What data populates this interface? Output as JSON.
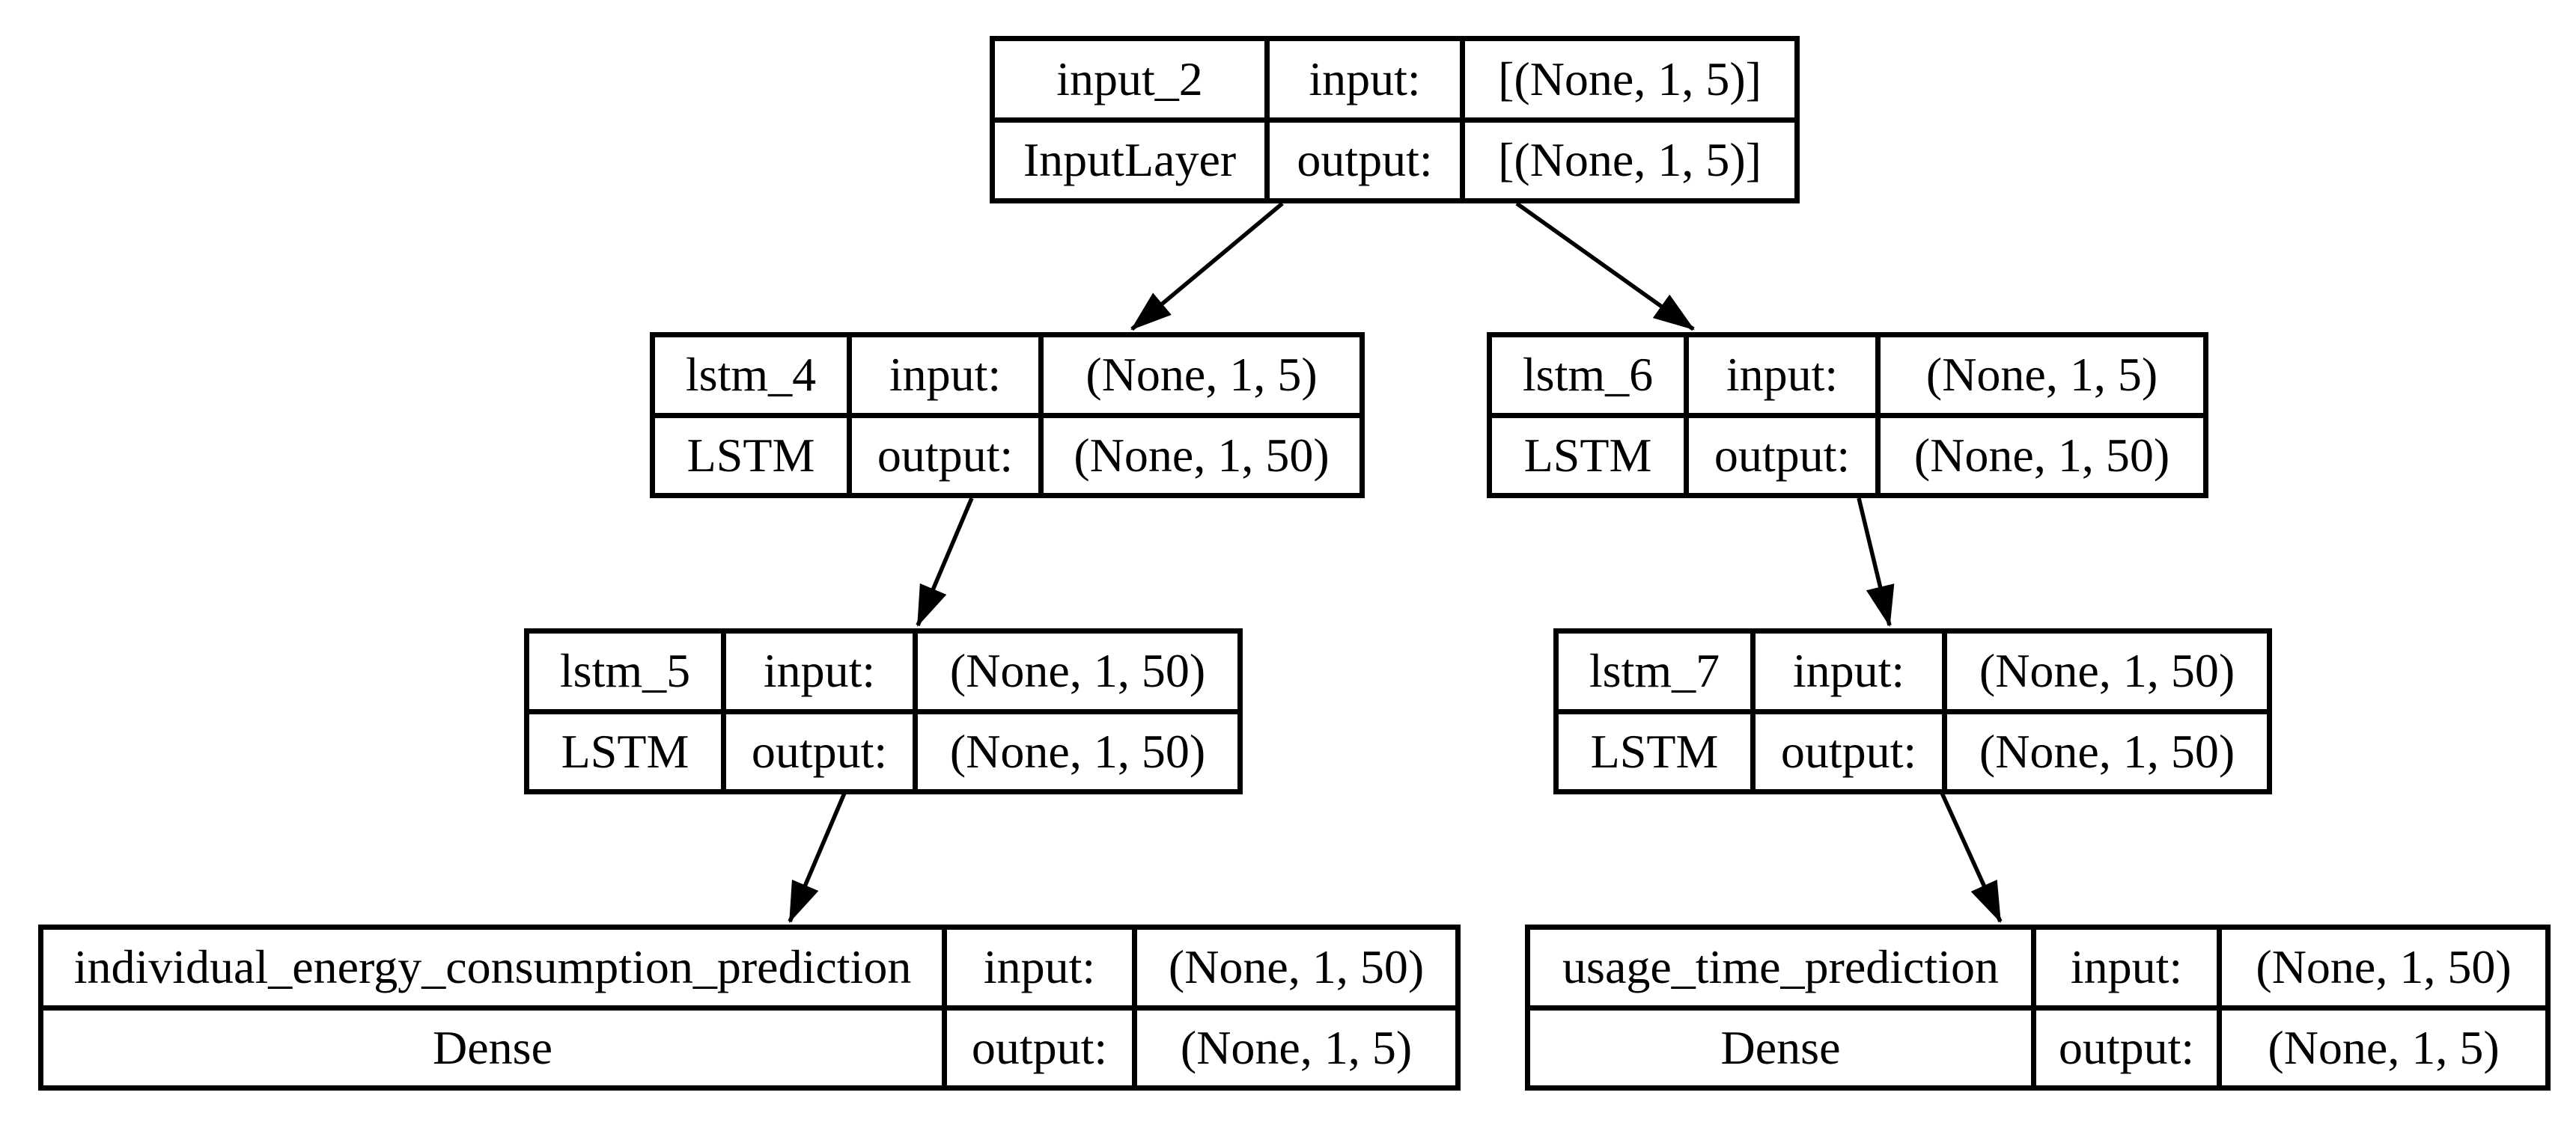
{
  "diagram": {
    "kind": "keras-model-architecture",
    "background_color": "#ffffff",
    "line_color": "#000000"
  },
  "labels": {
    "input": "input:",
    "output": "output:"
  },
  "nodes": [
    {
      "id": "input_2",
      "name": "input_2",
      "layer_type": "InputLayer",
      "input_shape": "[(None, 1, 5)]",
      "output_shape": "[(None, 1, 5)]"
    },
    {
      "id": "lstm_4",
      "name": "lstm_4",
      "layer_type": "LSTM",
      "input_shape": "(None, 1, 5)",
      "output_shape": "(None, 1, 50)"
    },
    {
      "id": "lstm_6",
      "name": "lstm_6",
      "layer_type": "LSTM",
      "input_shape": "(None, 1, 5)",
      "output_shape": "(None, 1, 50)"
    },
    {
      "id": "lstm_5",
      "name": "lstm_5",
      "layer_type": "LSTM",
      "input_shape": "(None, 1, 50)",
      "output_shape": "(None, 1, 50)"
    },
    {
      "id": "lstm_7",
      "name": "lstm_7",
      "layer_type": "LSTM",
      "input_shape": "(None, 1, 50)",
      "output_shape": "(None, 1, 50)"
    },
    {
      "id": "individual_energy_consumption_prediction",
      "name": "individual_energy_consumption_prediction",
      "layer_type": "Dense",
      "input_shape": "(None, 1, 50)",
      "output_shape": "(None, 1, 5)"
    },
    {
      "id": "usage_time_prediction",
      "name": "usage_time_prediction",
      "layer_type": "Dense",
      "input_shape": "(None, 1, 50)",
      "output_shape": "(None, 1, 5)"
    }
  ],
  "edges": [
    {
      "from": "input_2",
      "to": "lstm_4"
    },
    {
      "from": "input_2",
      "to": "lstm_6"
    },
    {
      "from": "lstm_4",
      "to": "lstm_5"
    },
    {
      "from": "lstm_6",
      "to": "lstm_7"
    },
    {
      "from": "lstm_5",
      "to": "individual_energy_consumption_prediction"
    },
    {
      "from": "lstm_7",
      "to": "usage_time_prediction"
    }
  ]
}
